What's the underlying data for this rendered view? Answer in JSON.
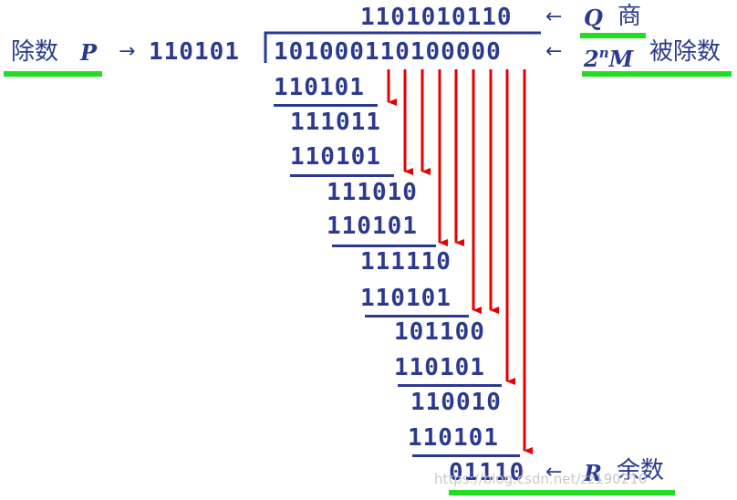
{
  "quotient": {
    "value": "1101010110",
    "symbol": "Q",
    "label": "商"
  },
  "divisor": {
    "label": "除数",
    "symbol": "P",
    "value": "110101"
  },
  "dividend": {
    "value": "101000110100000",
    "symbol_base": "2",
    "symbol_exp": "n",
    "symbol_var": "M",
    "label": "被除数"
  },
  "steps": [
    {
      "subtrahend": "110101",
      "partial": "111011"
    },
    {
      "subtrahend": "110101",
      "partial": "111010"
    },
    {
      "subtrahend": "110101",
      "partial": "111110"
    },
    {
      "subtrahend": "110101",
      "partial": "101100"
    },
    {
      "subtrahend": "110101",
      "partial": "110010"
    },
    {
      "subtrahend": "110101",
      "partial": "01110"
    }
  ],
  "remainder": {
    "symbol": "R",
    "label": "余数"
  },
  "watermark": "https://blog.csdn.net/zz190210",
  "colors": {
    "text": "#2b3a8f",
    "arrow": "#e60000",
    "highlight": "#22dd22"
  }
}
